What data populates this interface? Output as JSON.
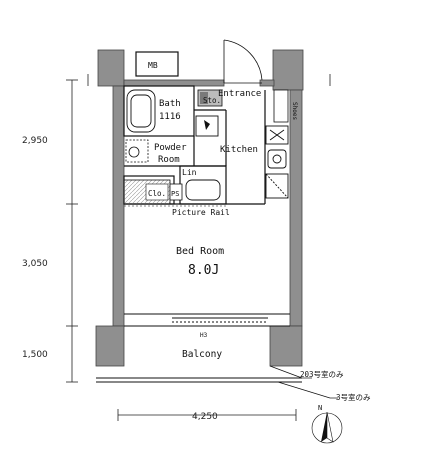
{
  "rooms": {
    "mb": "MB",
    "entrance": "Entrance",
    "sto": "Sto.",
    "shoes": "Shoes",
    "bath": "Bath",
    "bath_size": "1116",
    "powder": "Powder",
    "powder_room": "Room",
    "kitchen": "Kitchen",
    "lin": "Lin",
    "clo": "Clo.",
    "ps": "PS",
    "picture_rail": "Picture Rail",
    "bedroom": "Bed Room",
    "bedroom_size": "8.0J",
    "h3": "H3",
    "balcony": "Balcony",
    "note1": "203号室のみ",
    "note2": "3号室のみ"
  },
  "dimensions": {
    "left": [
      "2,950",
      "3,050",
      "1,500"
    ],
    "bottom": "4,250"
  },
  "north_mark": "N",
  "colors": {
    "wall": "#8f8f8f",
    "line": "#111111",
    "hatch": "#d0d0d0"
  }
}
